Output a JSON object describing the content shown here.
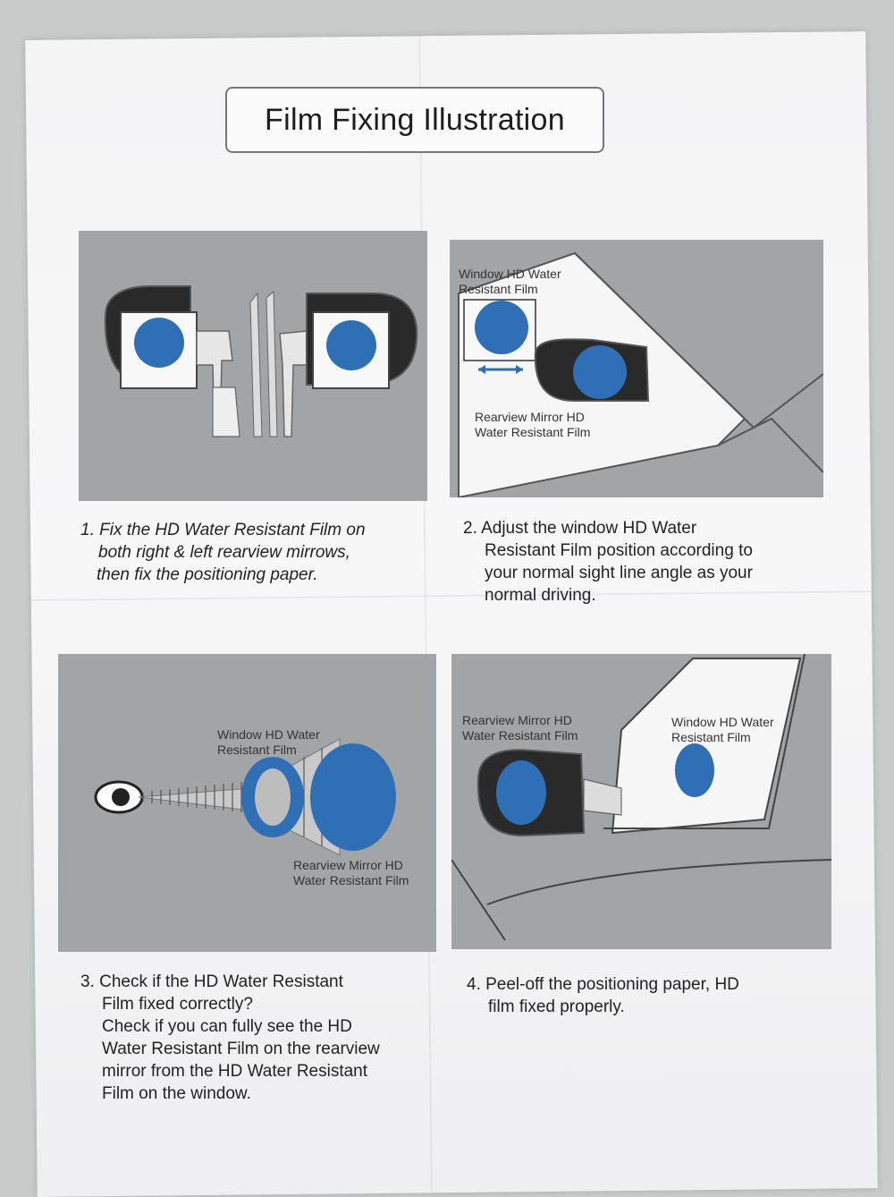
{
  "title": "Film Fixing Illustration",
  "panel2": {
    "window_label": [
      "Window HD Water",
      "Resistant Film"
    ],
    "mirror_label": [
      "Rearview Mirror HD",
      "Water Resistant Film"
    ]
  },
  "panel3": {
    "window_label": [
      "Window HD Water",
      "Resistant Film"
    ],
    "mirror_label": [
      "Rearview Mirror HD",
      "Water Resistant Film"
    ]
  },
  "panel4": {
    "mirror_label": [
      "Rearview Mirror HD",
      "Water Resistant Film"
    ],
    "window_label": [
      "Window HD Water",
      "Resistant Film"
    ]
  },
  "steps": [
    [
      "1. Fix the HD Water Resistant Film on",
      "both right & left rearview mirrows,",
      "then fix the positioning paper."
    ],
    [
      "2. Adjust the window HD Water",
      "Resistant Film position according to",
      "your normal sight line angle as your",
      "normal driving."
    ],
    [
      "3. Check if the HD Water Resistant",
      "Film fixed correctly?",
      "Check if you can fully see the HD",
      "Water Resistant Film on the rearview",
      "mirror from the HD Water Resistant",
      "Film on the window."
    ],
    [
      "4. Peel-off the positioning paper, HD",
      "film fixed properly."
    ]
  ],
  "colors": {
    "film_blue": "#2f6fb5",
    "panel_gray": "#a3a4a6",
    "paper": "#f5f5f6"
  }
}
